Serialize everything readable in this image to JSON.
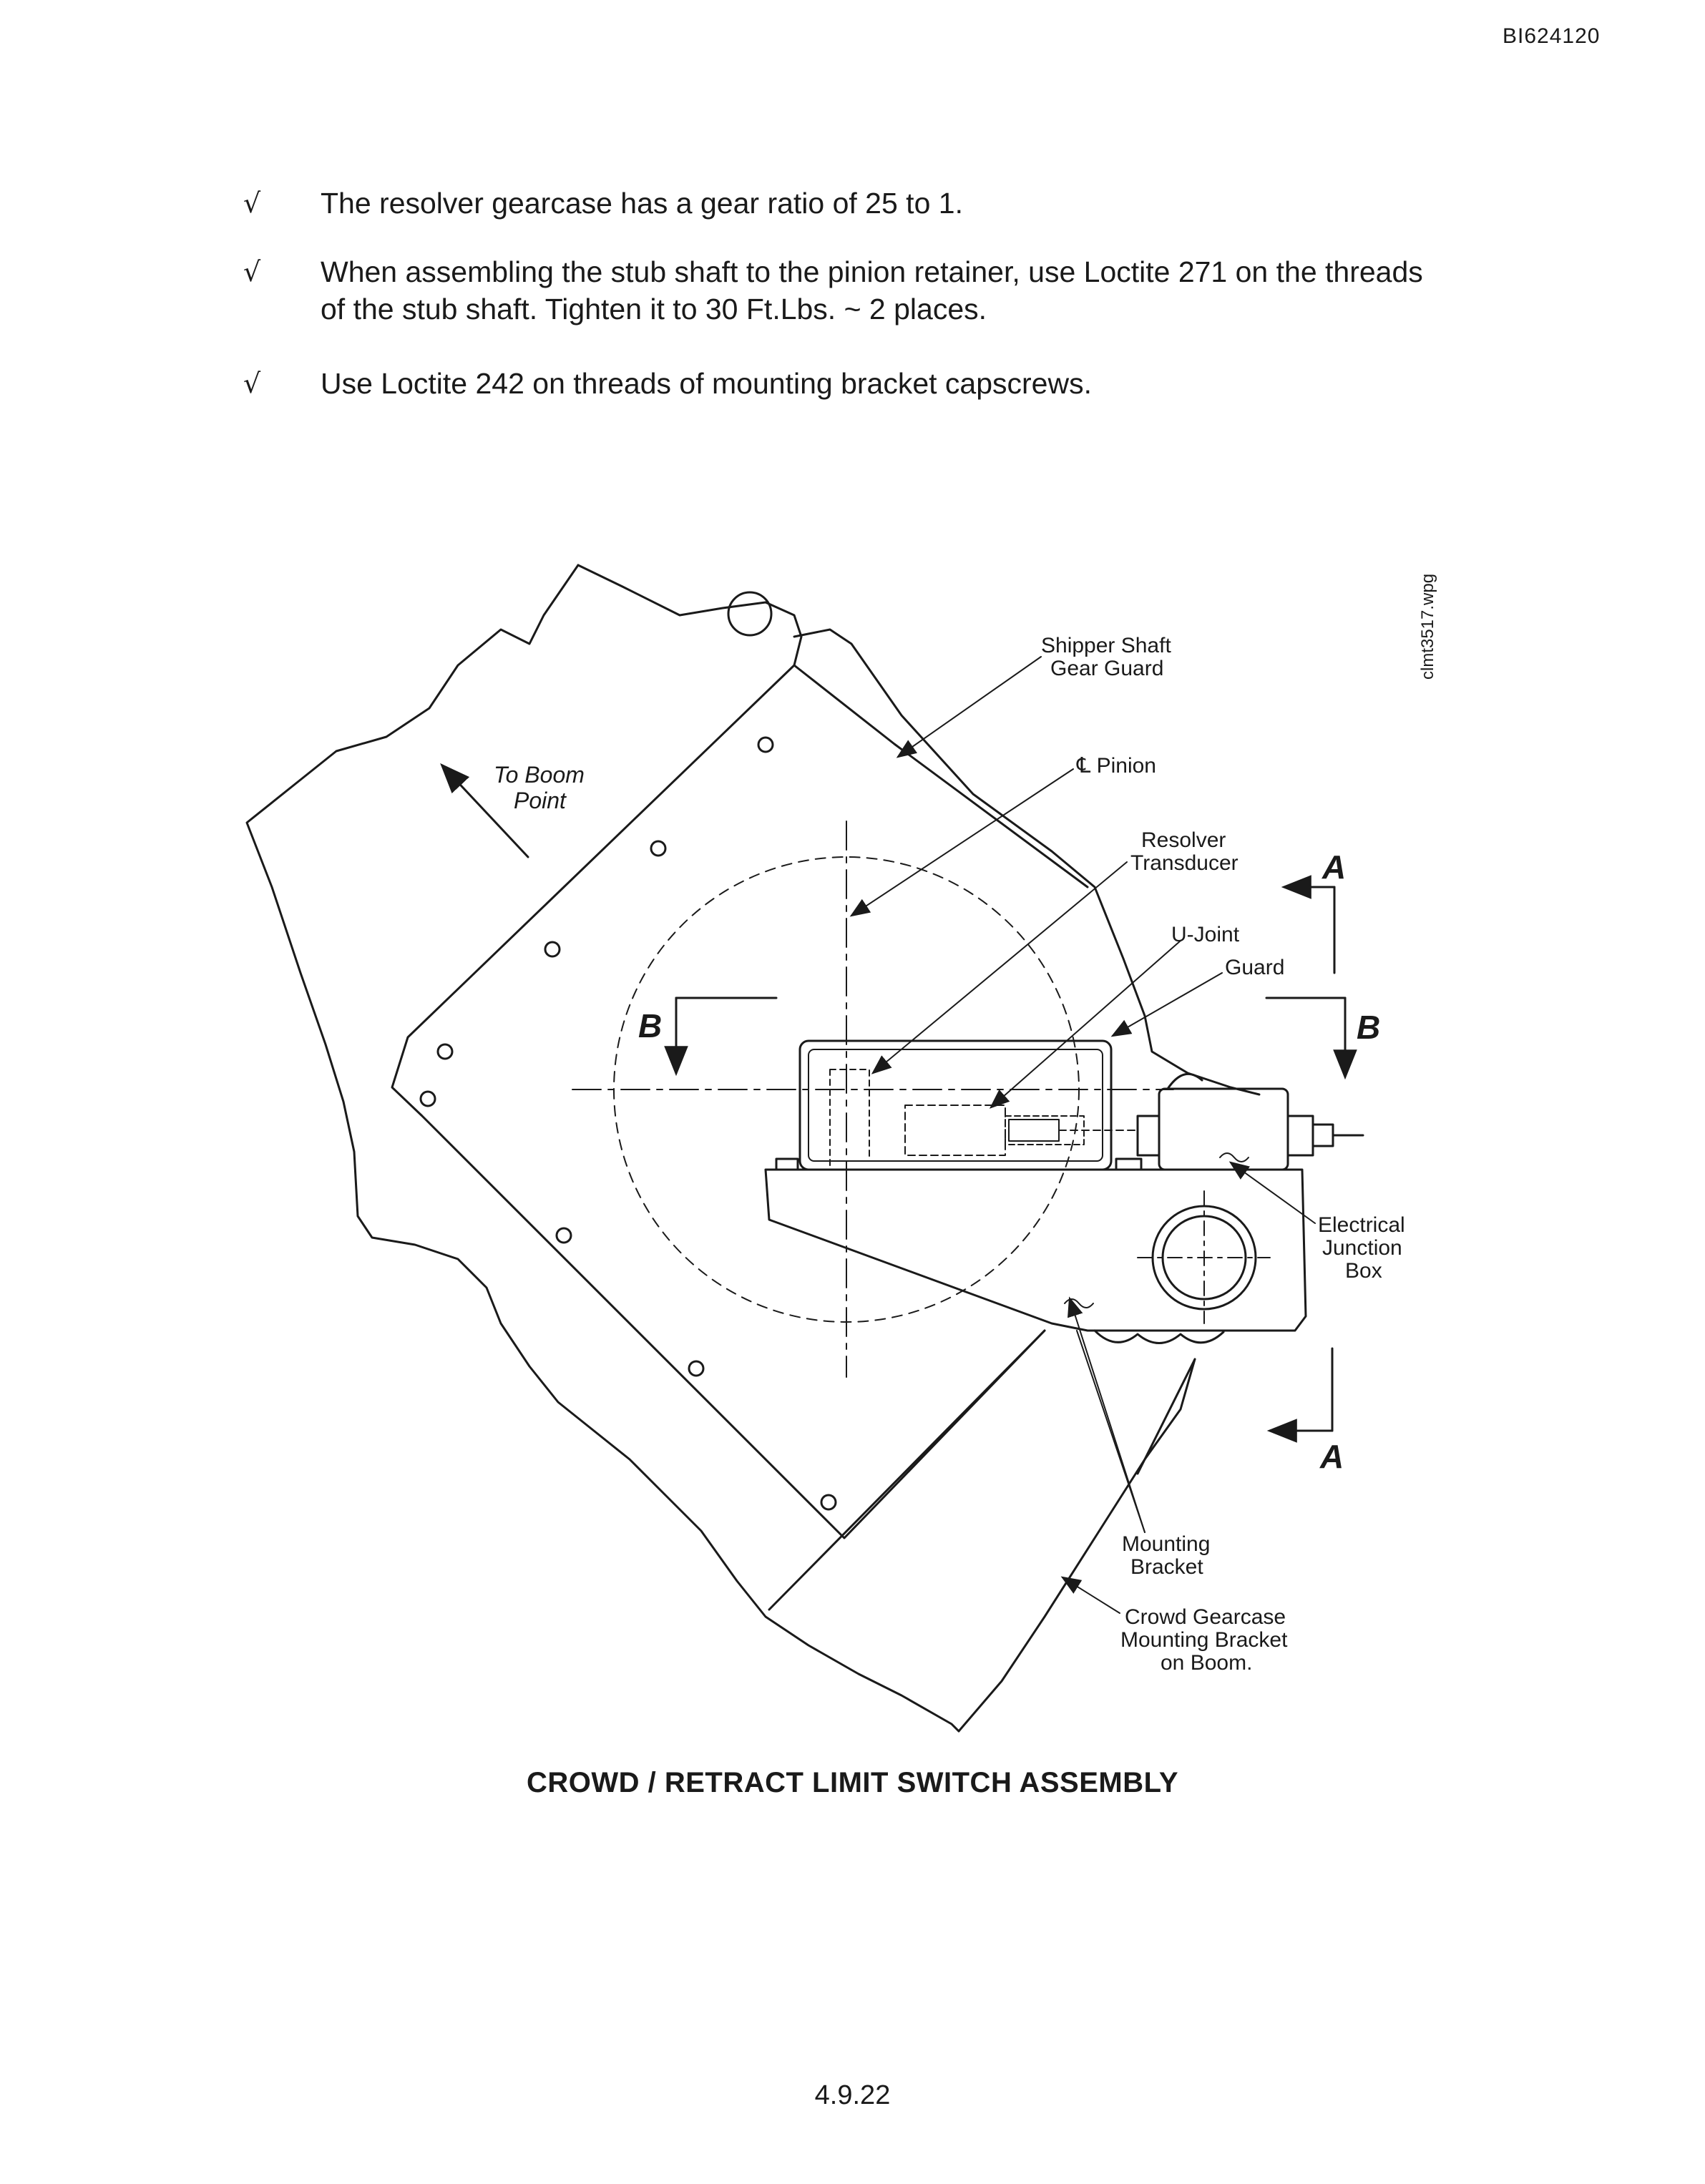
{
  "header": {
    "doc_id": "BI624120"
  },
  "bullets": [
    {
      "mark": "√",
      "text": "The resolver gearcase has a gear ratio of 25 to 1."
    },
    {
      "mark": "√",
      "line1": "When assembling the stub shaft to the pinion retainer, use Loctite 271 on the threads",
      "line2": "of the stub shaft. Tighten it to 30 Ft.Lbs. ~ 2 places."
    },
    {
      "mark": "√",
      "text": "Use Loctite 242 on threads of mounting bracket capscrews."
    }
  ],
  "figure": {
    "file_tag": "clmt3517.wpg",
    "to_boom": {
      "line1": "To Boom",
      "line2": "Point"
    },
    "labels": {
      "shipper_shaft": {
        "line1": "Shipper Shaft",
        "line2": "Gear Guard"
      },
      "pinion": "℄ Pinion",
      "resolver": {
        "line1": "Resolver",
        "line2": "Transducer"
      },
      "ujoint": "U-Joint",
      "guard": "Guard",
      "junction": {
        "line1": "Electrical",
        "line2": "Junction",
        "line3": "Box"
      },
      "mounting": {
        "line1": "Mounting",
        "line2": "Bracket"
      },
      "crowd": {
        "line1": "Crowd Gearcase",
        "line2": "Mounting Bracket",
        "line3": "on Boom."
      }
    },
    "section_a": "A",
    "section_b": "B"
  },
  "caption": "CROWD / RETRACT LIMIT SWITCH ASSEMBLY",
  "page_number": "4.9.22"
}
